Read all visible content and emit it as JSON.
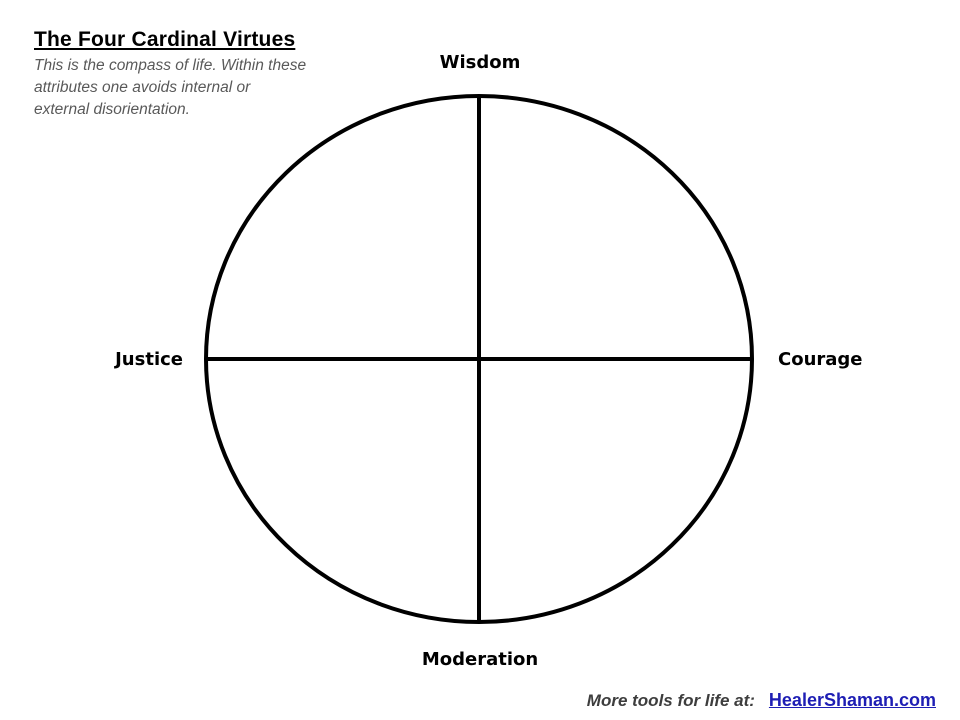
{
  "page": {
    "background_color": "#ffffff"
  },
  "header": {
    "title": "The Four Cardinal Virtues",
    "subtitle_lines": [
      "This is the compass of life. Within these",
      "attributes one avoids internal or",
      "external disorientation."
    ],
    "subtitle_color": "#595959"
  },
  "compass": {
    "type": "circle-quadrant-diagram",
    "stroke_color": "#000000",
    "labels": {
      "top": "Wisdom",
      "right": "Courage",
      "bottom": "Moderation",
      "left": "Justice"
    }
  },
  "footer": {
    "tagline": "More tools for life at:",
    "link_text": "HealerShaman.com",
    "link_color": "#1e1eb4"
  }
}
